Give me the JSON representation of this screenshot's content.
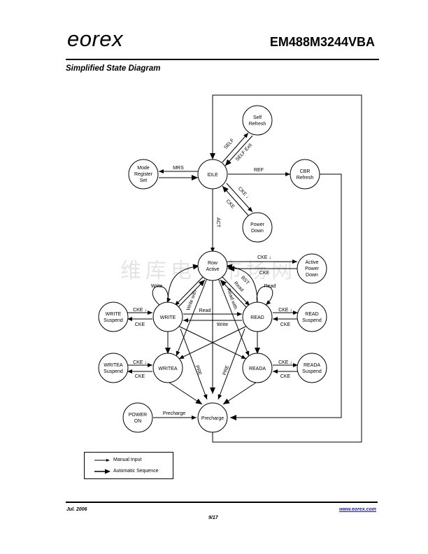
{
  "header": {
    "logo": "eorex",
    "part_number": "EM488M3244VBA",
    "section_title": "Simplified State Diagram"
  },
  "watermark": "维库电子市场网",
  "diagram": {
    "states": {
      "self_refresh": [
        "Self",
        "Refresh"
      ],
      "mode_register_set": [
        "Mode",
        "Register",
        "Set"
      ],
      "idle": [
        "IDLE"
      ],
      "cbr_refresh": [
        "CBR",
        "Refresh"
      ],
      "power_down": [
        "Power",
        "Down"
      ],
      "row_active": [
        "Row",
        "Active"
      ],
      "active_power_down": [
        "Active",
        "Power",
        "Down"
      ],
      "write": [
        "WRITE"
      ],
      "read": [
        "READ"
      ],
      "write_suspend": [
        "WRITE",
        "Suspend"
      ],
      "read_suspend": [
        "READ",
        "Suspend"
      ],
      "writea": [
        "WRITEA"
      ],
      "reada": [
        "READA"
      ],
      "writea_suspend": [
        "WRITEA",
        "Suspend"
      ],
      "reada_suspend": [
        "READA",
        "Suspend"
      ],
      "power_on": [
        "POWER",
        "ON"
      ],
      "precharge": [
        "Precharge"
      ]
    },
    "transitions": {
      "self": "SELF",
      "self_exit": "SELF Exit",
      "mrs": "MRS",
      "ref": "REF",
      "cke_down": "CKE ↓",
      "cke": "CKE",
      "act": "ACT",
      "write": "Write",
      "read": "Read",
      "bst": "BST",
      "write_with": "Write with",
      "read_with": "Read with",
      "pre": "PRE",
      "precharge": "Precharge"
    }
  },
  "legend": {
    "manual_input": "Manual Input",
    "automatic_sequence": "Automatic Sequence"
  },
  "footer": {
    "date": "Jul. 2006",
    "page": "9/17",
    "url": "www.eorex.com"
  }
}
